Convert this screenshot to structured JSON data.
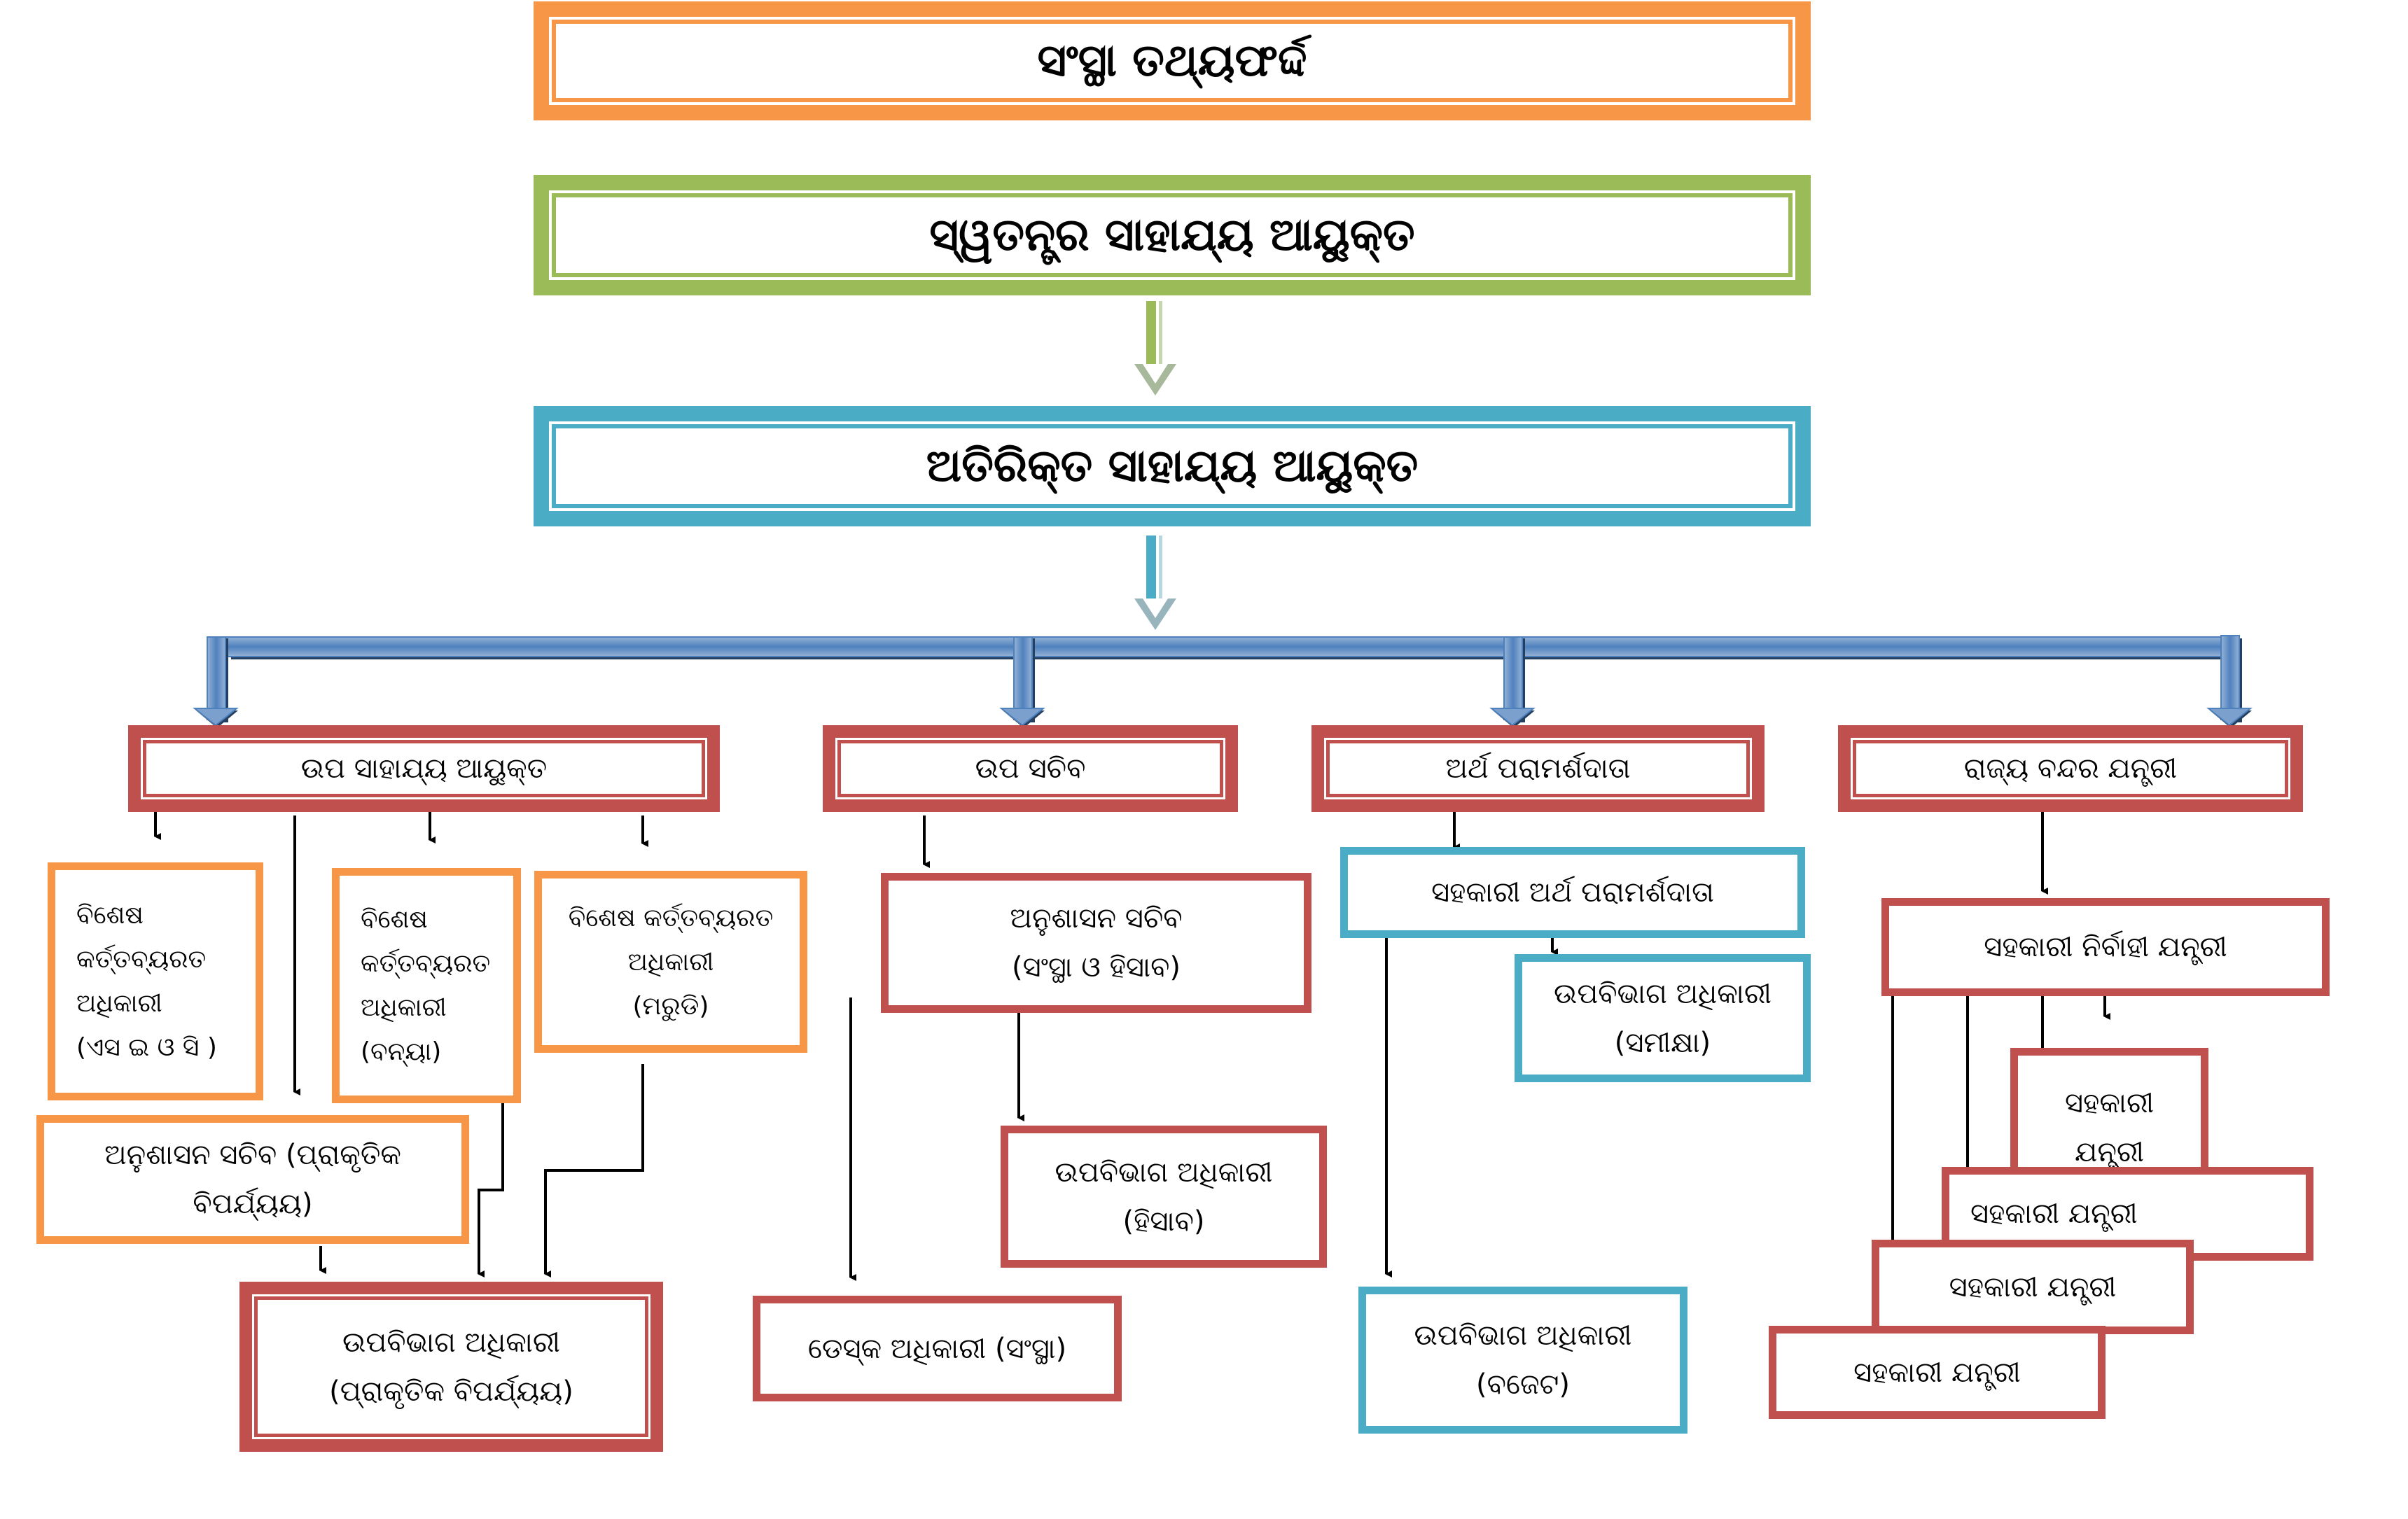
{
  "colors": {
    "orange": "#F79646",
    "green": "#9BBB59",
    "teal": "#4BACC6",
    "red": "#C0504D",
    "blue_bar": "#4F81BD"
  },
  "title": "ସଂସ୍ଥା ତଥ୍ୟଫର୍ଦ୍ଦ",
  "level1": "ସ୍ୱତନ୍ତ୍ର ସାହାଯ୍ୟ ଆୟୁକ୍ତ",
  "level2": "ଅତିରିକ୍ତ ସାହାଯ୍ୟ ଆୟୁକ୍ତ",
  "branches": [
    {
      "head": "ଉପ ସାହାଯ୍ୟ ଆୟୁକ୍ତ",
      "children": [
        "ବିଶେଷ\nକର୍ତ୍ତବ୍ୟରତ\nଅଧିକାରୀ\n(ଏସ ଇ ଓ ସି )",
        "ବିଶେଷ\nକର୍ତ୍ତବ୍ୟରତ\nଅଧିକାରୀ\n(ବନ୍ୟା)",
        "ବିଶେଷ କର୍ତ୍ତବ୍ୟରତ\nଅଧିକାରୀ\n(ମରୁଡି)",
        "ଅନୁଶାସନ ସଚିବ  (ପ୍ରାକୃତିକ\nବିପର୍ଯ୍ୟୟ)"
      ],
      "leaf": "ଉପବିଭାଗ ଅଧିକାରୀ\n(ପ୍ରାକୃତିକ ବିପର୍ଯ୍ୟୟ)"
    },
    {
      "head": "ଉପ ସଚିବ",
      "children": [
        "ଅନୁଶାସନ  ସଚିବ\n(ସଂସ୍ଥା ଓ ହିସାବ)",
        "ଉପବିଭାଗ  ଅଧିକାରୀ\n(ହିସାବ)",
        "ଡେସ୍କ ଅଧିକାରୀ (ସଂସ୍ଥା)"
      ]
    },
    {
      "head": "ଅର୍ଥ ପରାମର୍ଶଦାତା",
      "children": [
        "ସହକାରୀ ଅର୍ଥ ପରାମର୍ଶଦାତା",
        "ଉପବିଭାଗ ଅଧିକାରୀ\n(ସମୀକ୍ଷା)",
        "ଉପବିଭାଗ ଅଧିକାରୀ\n(ବଜେଟ)"
      ]
    },
    {
      "head": "ରାଜ୍ୟ ବନ୍ଦର ଯନ୍ତ୍ରୀ",
      "children": [
        "ସହକାରୀ ନିର୍ବାହୀ ଯନ୍ତ୍ରୀ",
        "ସହକାରୀ\nଯନ୍ତ୍ରୀ",
        "ସହକାରୀ  ଯନ୍ତ୍ରୀ",
        "ସହକାରୀ ଯନ୍ତ୍ରୀ",
        "ସହକାରୀ ଯନ୍ତ୍ରୀ"
      ]
    }
  ]
}
